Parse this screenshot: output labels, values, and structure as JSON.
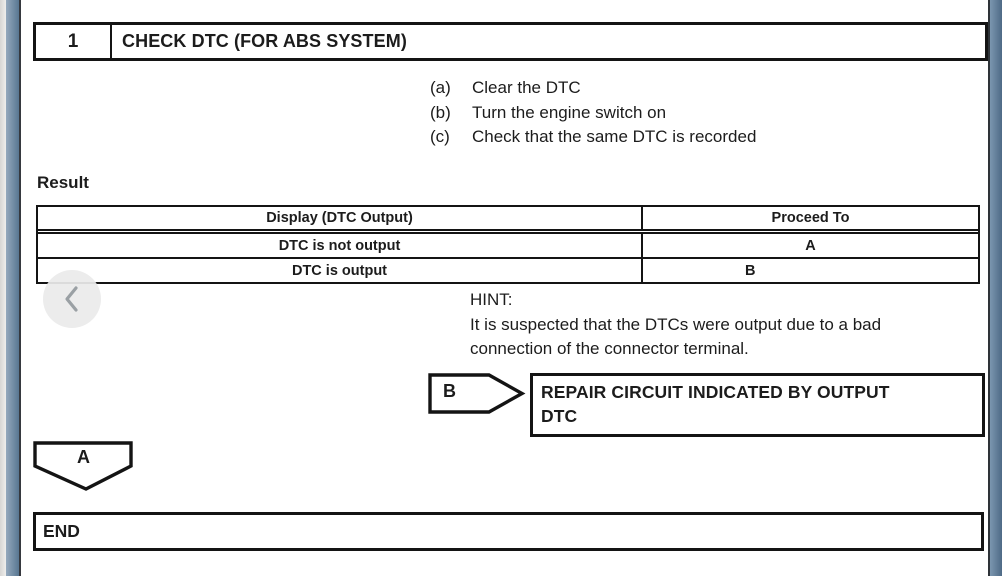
{
  "step": {
    "number": "1",
    "title": "CHECK DTC (FOR ABS SYSTEM)"
  },
  "instructions": [
    {
      "label": "(a)",
      "text": "Clear the DTC"
    },
    {
      "label": "(b)",
      "text": "Turn the engine switch on"
    },
    {
      "label": "(c)",
      "text": "Check that the same DTC is recorded"
    }
  ],
  "result": {
    "heading": "Result",
    "table": {
      "headers": {
        "display": "Display (DTC Output)",
        "proceed": "Proceed To"
      },
      "rows": [
        {
          "display": "DTC is not output",
          "proceed": "A"
        },
        {
          "display": "DTC is output",
          "proceed": "B"
        }
      ]
    }
  },
  "hint": {
    "label": "HINT:",
    "lines": [
      "It is suspected that the DTCs were output due to a bad",
      "connection of the connector terminal."
    ]
  },
  "branch": {
    "label": "B",
    "action_lines": [
      "REPAIR CIRCUIT INDICATED BY OUTPUT",
      "DTC"
    ]
  },
  "continuation": {
    "label": "A"
  },
  "end_label": "END",
  "nav": {
    "back_icon": "chevron-left"
  },
  "colors": {
    "border_black": "#141414",
    "frame_blue": "#587691",
    "frame_gray": "#e5e4e2",
    "chevron_gray": "#9aa0a4"
  }
}
